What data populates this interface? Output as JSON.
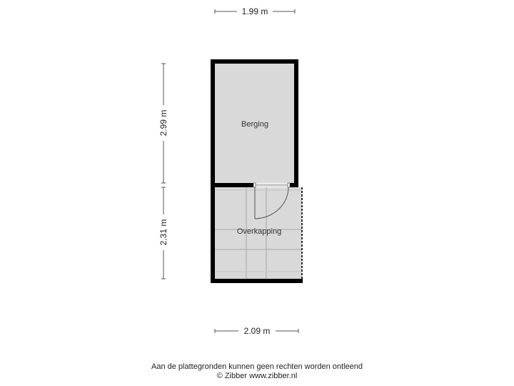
{
  "dimensions": {
    "top_width": "1.99 m",
    "bottom_width": "2.09 m",
    "left_upper_height": "2.99 m",
    "left_lower_height": "2.31 m"
  },
  "rooms": [
    {
      "name": "Berging"
    },
    {
      "name": "Overkapping"
    }
  ],
  "footer": {
    "disclaimer": "Aan de plattegronden kunnen geen rechten worden ontleend",
    "copyright": "© Zibber www.zibber.nl"
  },
  "colors": {
    "wall": "#000000",
    "floor": "#d9d9d9",
    "grid_line": "#a6a6a6",
    "dimension_line": "#555555"
  }
}
